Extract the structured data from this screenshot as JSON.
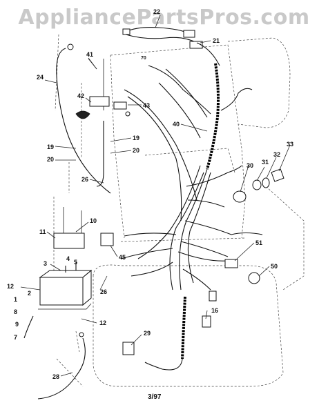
{
  "watermark": "AppliancePartsPros.com",
  "footer": "3/97",
  "callouts": [
    "22",
    "21",
    "41",
    "70",
    "24",
    "42",
    "43",
    "40",
    "19",
    "20",
    "19",
    "20",
    "26",
    "30",
    "31",
    "32",
    "33",
    "10",
    "11",
    "45",
    "51",
    "50",
    "3",
    "4",
    "5",
    "12",
    "2",
    "1",
    "8",
    "9",
    "7",
    "26",
    "16",
    "29",
    "12",
    "28"
  ]
}
